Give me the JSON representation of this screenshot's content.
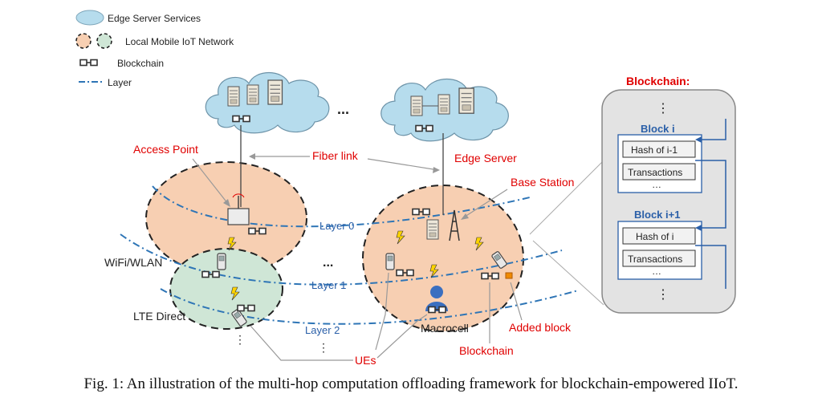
{
  "legend": {
    "edge_server_services": "Edge Server Services",
    "local_mobile_iot_network": "Local Mobile IoT Network",
    "blockchain": "Blockchain",
    "layer": "Layer"
  },
  "labels": {
    "access_point": "Access Point",
    "fiber_link": "Fiber link",
    "edge_server": "Edge Server",
    "base_station": "Base Station",
    "wifi_wlan": "WiFi/WLAN",
    "lte_direct": "LTE Direct",
    "layer0": "Layer 0",
    "layer1": "Layer 1",
    "layer2": "Layer 2",
    "macrocell": "Macrocell",
    "ues": "UEs",
    "blockchain_label": "Blockchain",
    "added_block": "Added  block",
    "dots": "...",
    "vdots": "⋮"
  },
  "blockchain_panel": {
    "title": "Blockchain:",
    "block_i": "Block i",
    "hash_i": "Hash of  i-1",
    "transactions_i": "Transactions",
    "block_i1": "Block i+1",
    "hash_i1": "Hash of  i",
    "transactions_i1": "Transactions"
  },
  "caption": "Fig. 1: An illustration of the multi-hop computation offloading framework for blockchain-empowered IIoT.",
  "colors": {
    "red": "#e00000",
    "blue_text": "#2a5fa8",
    "cloud_fill": "#b6dced",
    "orange_fill": "#f7cfb2",
    "green_fill": "#cfe6d6",
    "layer_line": "#2e75b6",
    "panel_fill": "#e3e3e3"
  },
  "icons": [
    "server-icon",
    "access-point-icon",
    "base-station-tower-icon",
    "mobile-phone-icon",
    "user-icon",
    "chain-link-icon"
  ]
}
